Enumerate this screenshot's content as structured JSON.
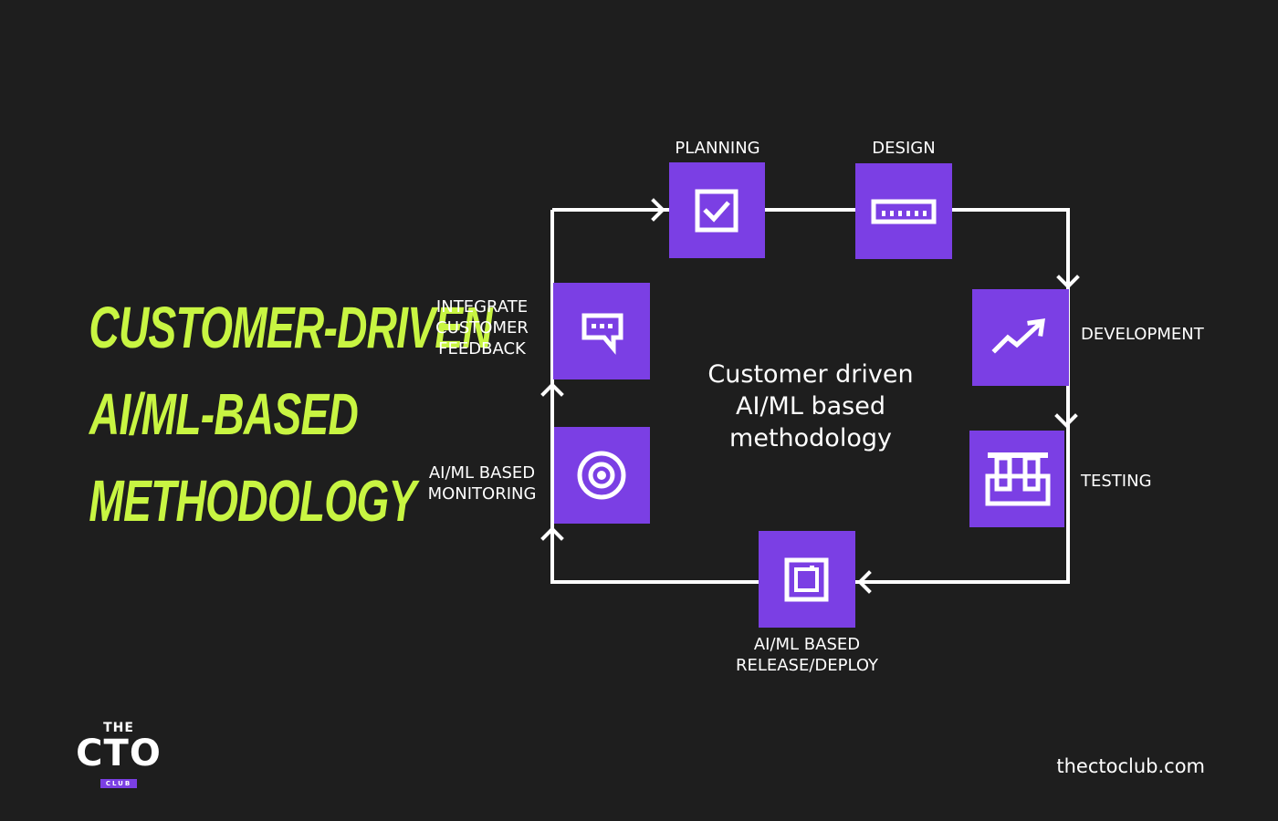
{
  "headline": {
    "lines": [
      "CUSTOMER-DRIVEN",
      "AI/ML-BASED",
      "METHODOLOGY"
    ],
    "color": "#c8f542"
  },
  "cycle": {
    "center_text": [
      "Customer driven",
      "AI/ML based",
      "methodology"
    ],
    "steps": [
      {
        "label_lines": [
          "PLANNING"
        ],
        "icon": "checkbox-icon"
      },
      {
        "label_lines": [
          "DESIGN"
        ],
        "icon": "ruler-icon"
      },
      {
        "label_lines": [
          "DEVELOPMENT"
        ],
        "icon": "trend-up-icon"
      },
      {
        "label_lines": [
          "TESTING"
        ],
        "icon": "lab-flasks-icon"
      },
      {
        "label_lines": [
          "AI/ML BASED",
          "RELEASE/DEPLOY"
        ],
        "icon": "deploy-frame-icon"
      },
      {
        "label_lines": [
          "AI/ML BASED",
          "MONITORING"
        ],
        "icon": "target-icon"
      },
      {
        "label_lines": [
          "INTEGRATE",
          "CUSTOMER",
          "FEEDBACK"
        ],
        "icon": "chat-bubble-icon"
      }
    ],
    "box_color": "#7b3fe4",
    "line_color": "#ffffff"
  },
  "brand": {
    "logo_top": "THE",
    "logo_main": "CTO",
    "logo_sub": "CLUB",
    "accent": "#7b3fe4"
  },
  "footer": {
    "url": "thectoclub.com"
  },
  "background": "#1e1e1e"
}
